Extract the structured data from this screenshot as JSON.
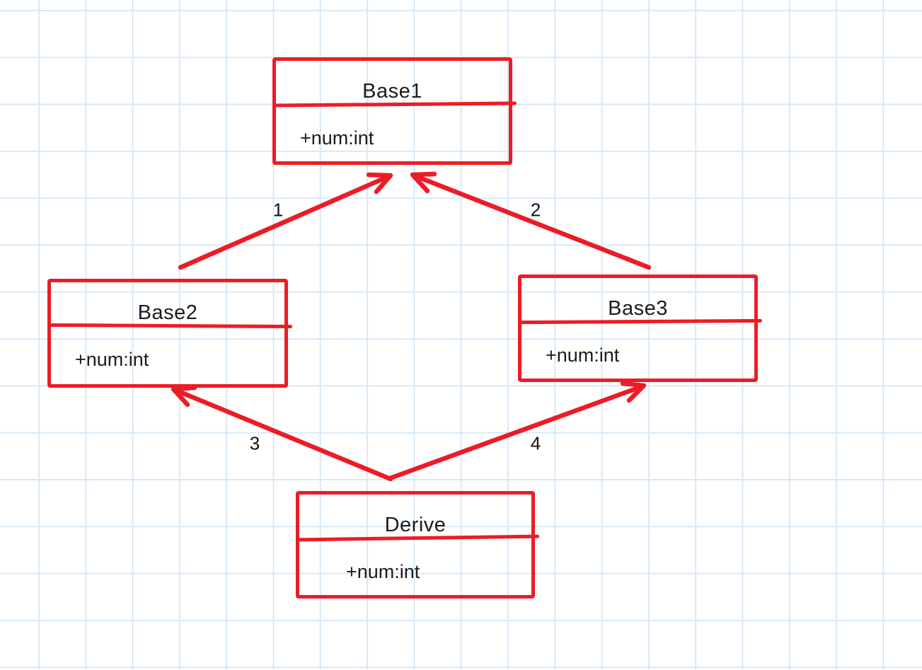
{
  "diagram": {
    "type": "uml-class-inheritance",
    "classes": [
      {
        "name": "Base1",
        "attributes": [
          "+num:int"
        ]
      },
      {
        "name": "Base2",
        "attributes": [
          "+num:int"
        ]
      },
      {
        "name": "Base3",
        "attributes": [
          "+num:int"
        ]
      },
      {
        "name": "Derive",
        "attributes": [
          "+num:int"
        ]
      }
    ],
    "edges": [
      {
        "label": "1",
        "from": "Base2",
        "to": "Base1"
      },
      {
        "label": "2",
        "from": "Base3",
        "to": "Base1"
      },
      {
        "label": "3",
        "from": "Derive",
        "to": "Base2"
      },
      {
        "label": "4",
        "from": "Derive",
        "to": "Base3"
      }
    ],
    "colors": {
      "ink": "#ec1c26",
      "grid": "#d7e9f9",
      "text": "#1c1c1c",
      "background": "#ffffff"
    }
  }
}
